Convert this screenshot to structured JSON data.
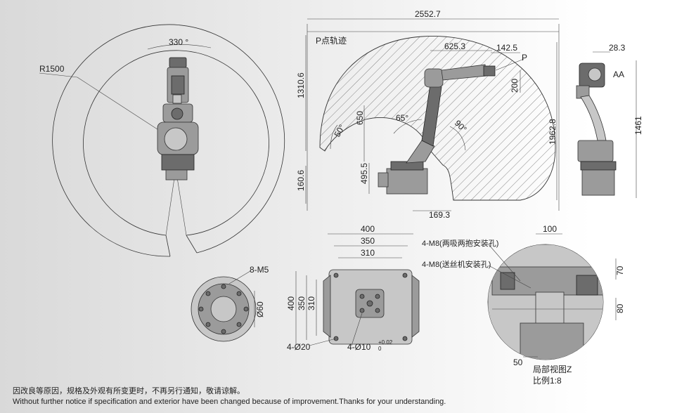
{
  "top_view": {
    "angle_label": "330 °",
    "radius_label": "R1500"
  },
  "side_view": {
    "trajectory_label": "P点轨迹",
    "point_label": "P",
    "dims": {
      "total_reach": "2552.7",
      "d625": "625.3",
      "d142": "142.5",
      "d200": "200",
      "d1310": "1310.6",
      "d650": "650",
      "d1962": "1962.8",
      "d495": "495.5",
      "d160": "160.6",
      "d169": "169.3",
      "a50": "50°",
      "a65": "65°",
      "a90": "90°"
    }
  },
  "front_view": {
    "d28": "28.3",
    "aa_label": "AA",
    "d1461": "1461"
  },
  "flange_view": {
    "bolt_label": "8-M5",
    "dia_label": "Ø60"
  },
  "base_view": {
    "w400": "400",
    "w350": "350",
    "w310": "310",
    "h400": "400",
    "h350": "350",
    "h310": "310",
    "hole20": "4-Ø20",
    "hole10": "4-Ø10",
    "tol_up": "+0.02",
    "tol_low": "0"
  },
  "detail_view": {
    "m8_a": "4-M8(两吸两抱安装孔)",
    "m8_b": "4-M8(送丝机安装孔)",
    "d100": "100",
    "d70": "70",
    "d80": "80",
    "d50": "50",
    "title": "局部视图Z",
    "scale": "比例1:8"
  },
  "notes": {
    "cn": "因改良等原因，规格及外观有所变更时，不再另行通知，敬请谅解。",
    "en": "Without further notice if specification and exterior have been changed because of improvement.Thanks for your understanding."
  }
}
